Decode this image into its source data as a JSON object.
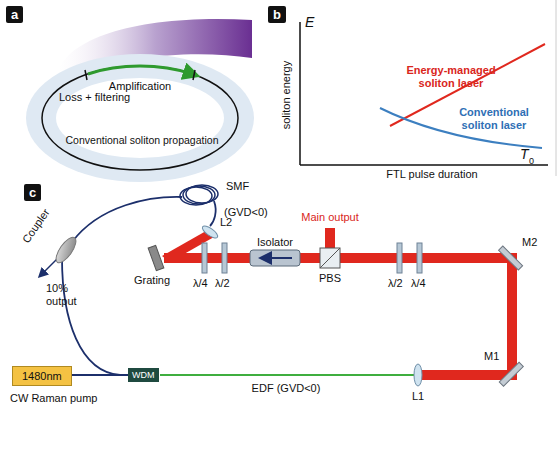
{
  "diagram": {
    "nodes": [
      {
        "text": [
          "a"
        ]
      },
      {
        "text": [
          "b"
        ]
      },
      {
        "text": [
          "c"
        ]
      },
      {
        "text": [
          "1480nm"
        ]
      },
      {
        "text": [
          "WDM"
        ]
      }
    ],
    "edges": [
      {
        "from": 3,
        "to": 4,
        "arrow": "none"
      }
    ],
    "labels": [
      "Amplification",
      "Loss + filtering",
      "Conventional soliton propagation",
      "E",
      "soliton energy",
      "Energy-managed soliton laser",
      "Conventional soliton laser",
      "FTL pulse duration",
      "T",
      "0",
      "SMF",
      "(GVD<0)",
      "L2",
      "Main output",
      "Coupler",
      "10% output",
      "Grating",
      "λ/4",
      "λ/2",
      "Isolator",
      "PBS",
      "λ/2",
      "λ/4",
      "M2",
      "CW Raman pump",
      "EDF (GVD<0)",
      "L1",
      "M1"
    ]
  }
}
